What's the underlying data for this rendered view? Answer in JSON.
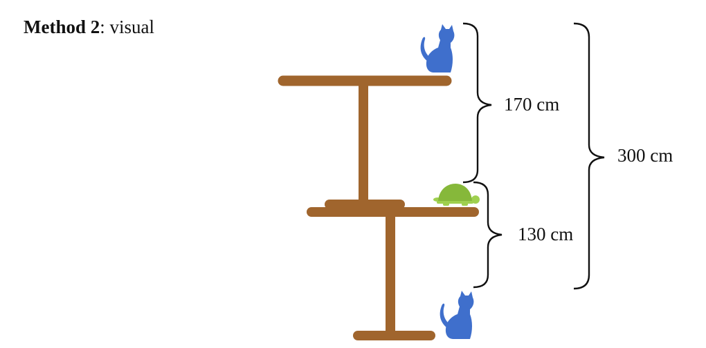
{
  "heading": {
    "bold_text": "Method 2",
    "rest_text": ": visual"
  },
  "dimensions": {
    "upper_gap": "170 cm",
    "lower_gap": "130 cm",
    "total": "300 cm"
  },
  "icons": {
    "top_animal": "cat-icon",
    "middle_animal": "turtle-icon",
    "bottom_animal": "cat-icon"
  },
  "colors": {
    "table_wood": "#A0652D",
    "cat": "#3F6FCC",
    "turtle_shell": "#86B83A",
    "turtle_body": "#9FD04F",
    "brace": "#111111"
  }
}
